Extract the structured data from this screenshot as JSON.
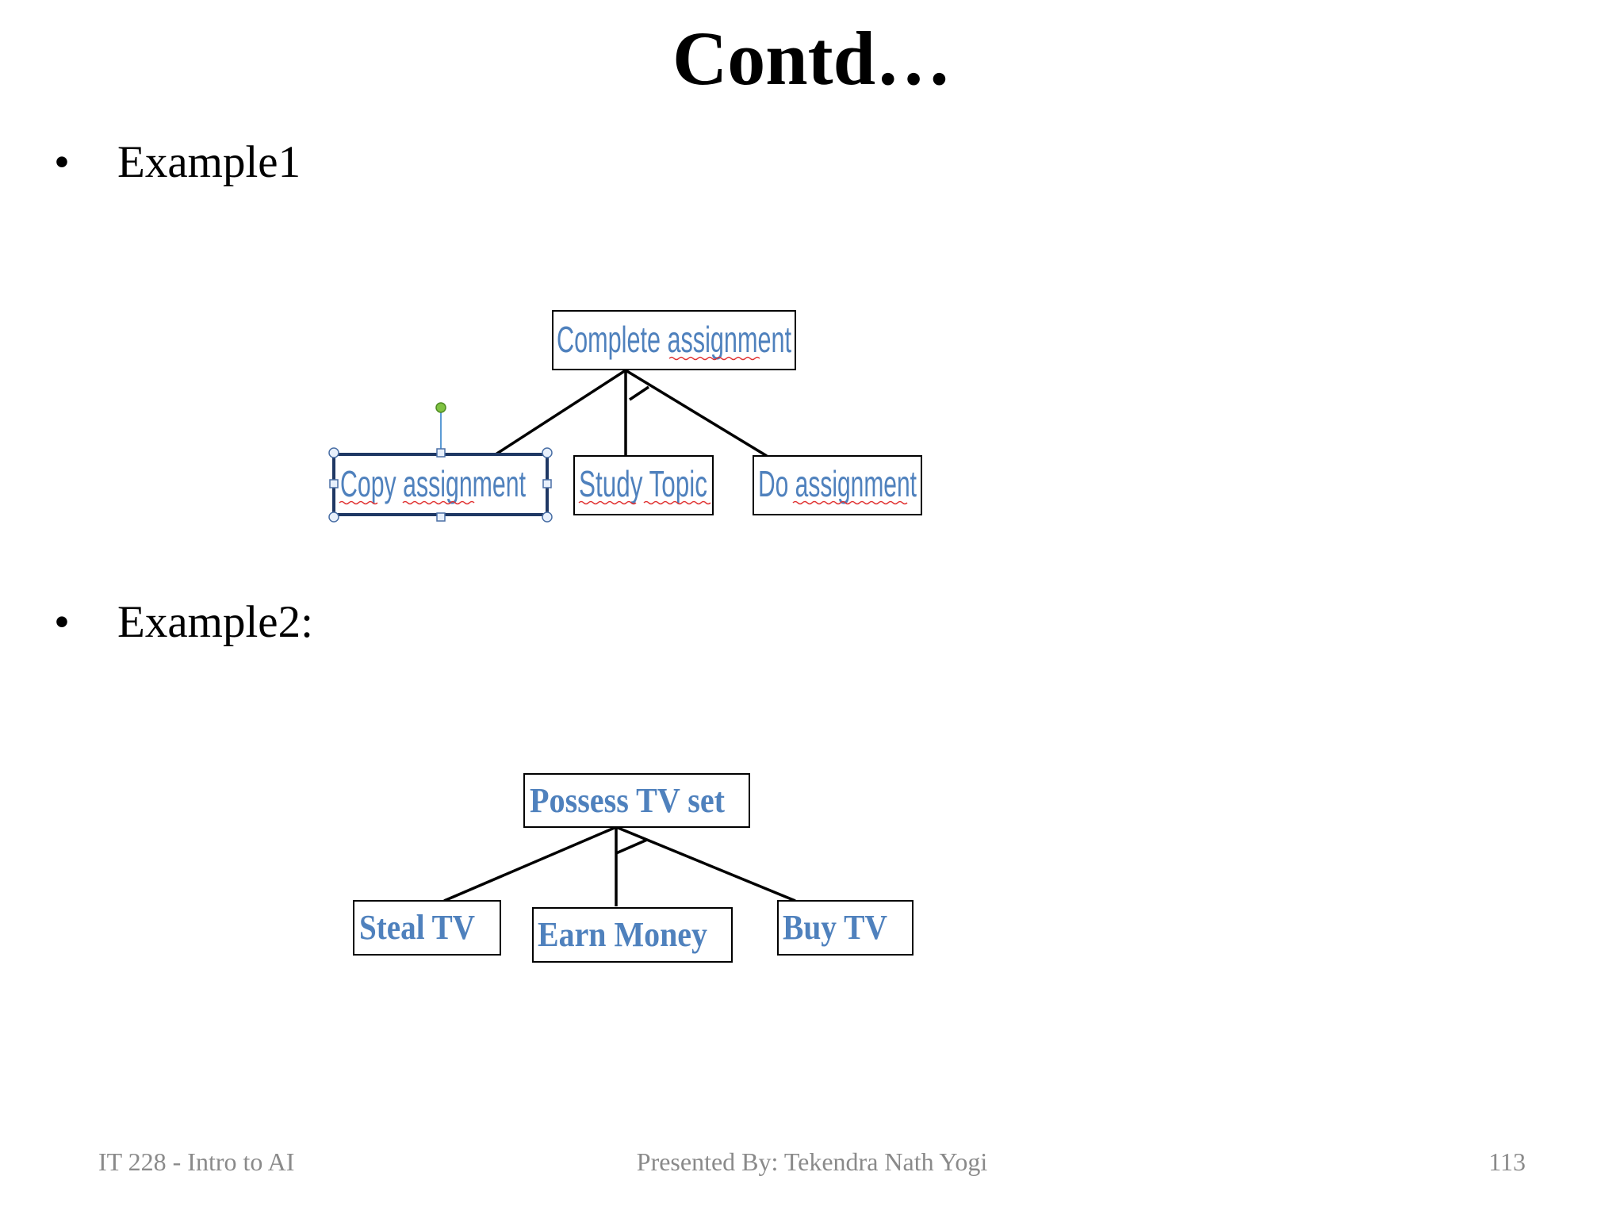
{
  "slide": {
    "title": "Contd…",
    "bullets": [
      {
        "marker": "•",
        "text": "Example1"
      },
      {
        "marker": "•",
        "text": "Example2:"
      }
    ]
  },
  "example1": {
    "root": "Complete assignment",
    "children": [
      "Copy assignment",
      "Study Topic",
      "Do assignment"
    ]
  },
  "example2": {
    "root": "Possess TV set",
    "children": [
      "Steal TV",
      "Earn Money",
      "Buy TV"
    ]
  },
  "footer": {
    "course": "IT 228 - Intro to AI",
    "presenter": "Presented By: Tekendra Nath Yogi",
    "page_number": "113"
  },
  "colors": {
    "node_text": "#4f81bd",
    "footer_text": "#8a8a8a",
    "selection_handle": "#7fc241"
  }
}
